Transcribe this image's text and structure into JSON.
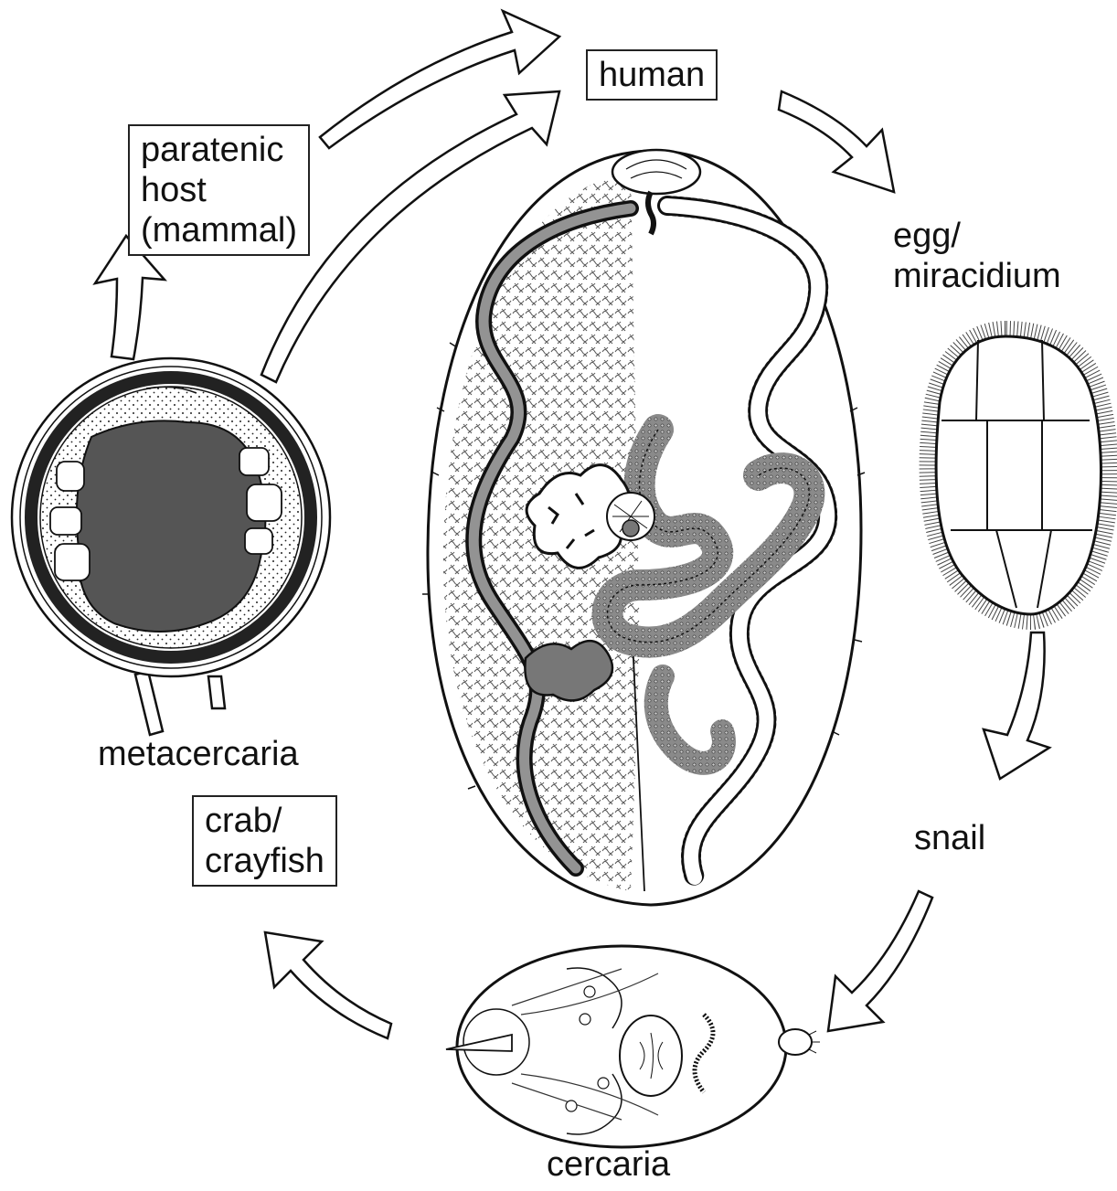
{
  "labels": {
    "human": "human",
    "paratenic_line1": "paratenic",
    "paratenic_line2": "host",
    "paratenic_line3": "(mammal)",
    "egg_line1": "egg/",
    "egg_line2": "miracidium",
    "snail": "snail",
    "cercaria": "cercaria",
    "crab_line1": "crab/",
    "crab_line2": "crayfish",
    "metacercaria": "metacercaria"
  },
  "colors": {
    "ink": "#111111",
    "dark_fill": "#555555",
    "organ_fill": "#8a8a8a",
    "background": "#ffffff"
  }
}
